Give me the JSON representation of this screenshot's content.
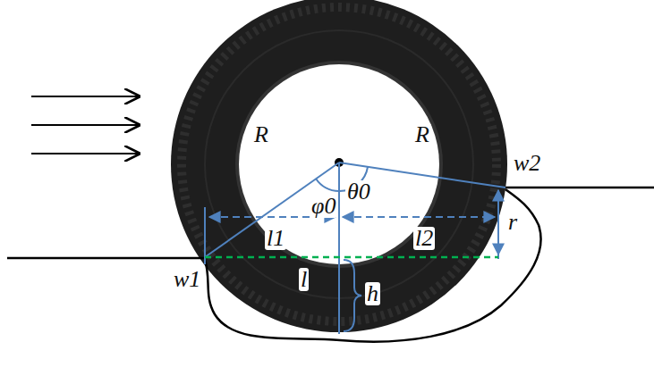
{
  "diagram": {
    "labels": [
      "R",
      "R",
      "φ0",
      "θ0",
      "w1",
      "w2",
      "l1",
      "l2",
      "l",
      "h",
      "r"
    ]
  }
}
